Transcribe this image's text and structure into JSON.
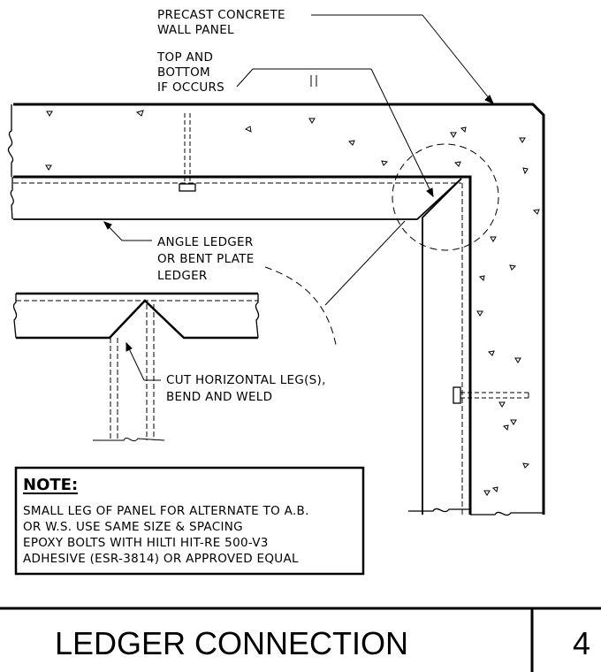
{
  "callouts": {
    "precast_panel": [
      "PRECAST CONCRETE",
      "WALL PANEL"
    ],
    "top_bottom": [
      "TOP AND",
      "BOTTOM",
      "IF OCCURS"
    ],
    "angle_ledger": [
      "ANGLE LEDGER",
      "OR BENT PLATE",
      "LEDGER"
    ],
    "cut_leg": [
      "CUT HORIZONTAL LEG(S),",
      "BEND AND WELD"
    ]
  },
  "note": {
    "heading": "NOTE:",
    "lines": [
      "SMALL LEG OF PANEL FOR ALTERNATE TO A.B.",
      "OR W.S. USE SAME SIZE & SPACING",
      "EPOXY BOLTS WITH HILTI HIT-RE 500-V3",
      "ADHESIVE (ESR-3814) OR APPROVED EQUAL"
    ]
  },
  "title_block": {
    "title": "LEDGER CONNECTION",
    "sheet_number": "4"
  }
}
